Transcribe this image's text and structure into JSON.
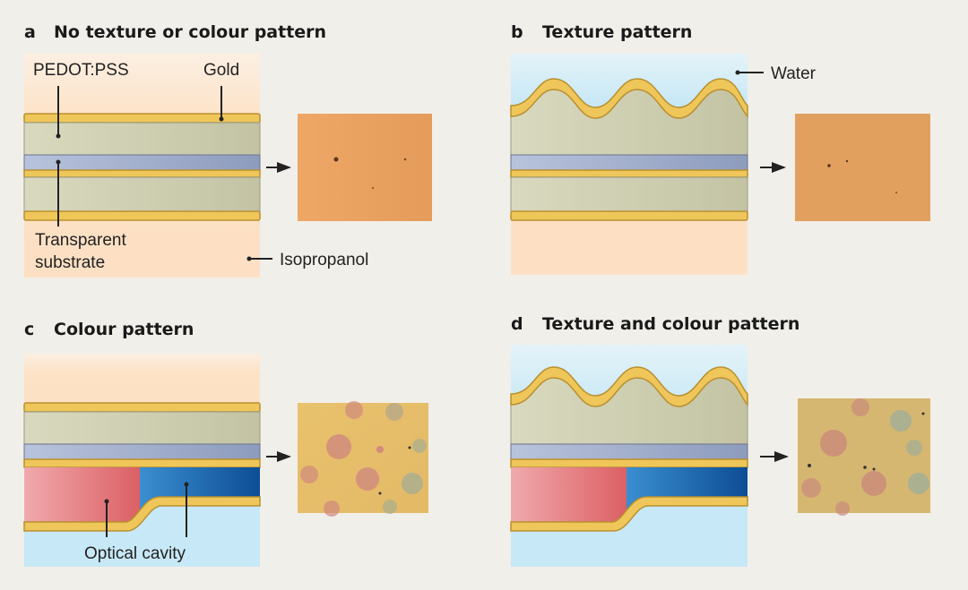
{
  "panels": {
    "a": {
      "letter": "a",
      "title": "No texture or colour pattern"
    },
    "b": {
      "letter": "b",
      "title": "Texture pattern"
    },
    "c": {
      "letter": "c",
      "title": "Colour pattern"
    },
    "d": {
      "letter": "d",
      "title": "Texture and colour pattern"
    }
  },
  "labels": {
    "pedot": "PEDOT:PSS",
    "gold": "Gold",
    "substrate_line1": "Transparent",
    "substrate_line2": "substrate",
    "isopropanol": "Isopropanol",
    "water": "Water",
    "optical_cavity": "Optical cavity"
  },
  "colors": {
    "background": "#f1efe9",
    "isopropanol": "#fde2c6",
    "water": "#cdeaf6",
    "gold": "#efc65a",
    "red_cavity": "#e06a6e",
    "blue_cavity": "#1b5fa8"
  }
}
